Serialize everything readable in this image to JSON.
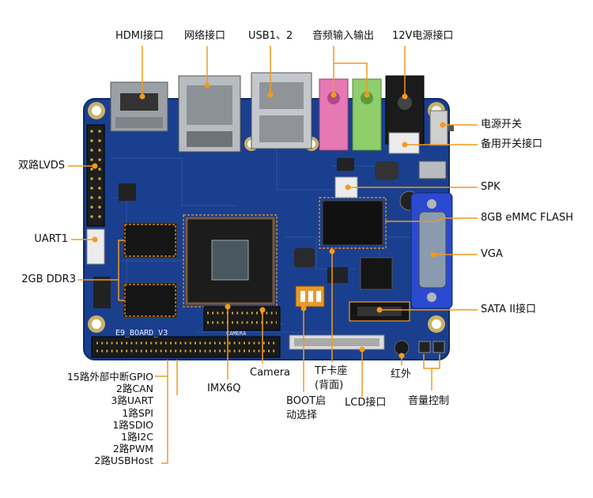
{
  "labels": {
    "hdmi": "HDMI接口",
    "network": "网络接口",
    "usb": "USB1、2",
    "audio": "音频输入输出",
    "power12v": "12V电源接口",
    "power_switch": "电源开关",
    "backup_switch": "备用开关接口",
    "lvds": "双路LVDS",
    "spk": "SPK",
    "emmc": "8GB eMMC FLASH",
    "uart1": "UART1",
    "vga": "VGA",
    "ddr3": "2GB DDR3",
    "sata": "SATA II接口",
    "camera": "Camera",
    "imx6q": "IMX6Q",
    "tf_line1": "TF卡座",
    "tf_line2": "(背面)",
    "boot_line1": "BOOT启",
    "boot_line2": "动选择",
    "lcd": "LCD接口",
    "infrared": "红外",
    "volume": "音量控制"
  },
  "gpio_list": [
    "15路外部中断GPIO",
    "2路CAN",
    "3路UART",
    "1路SPI",
    "1路SDIO",
    "1路I2C",
    "2路PWM",
    "2路USBHost"
  ],
  "silkscreen": {
    "board_name": "E9_BOARD_V3",
    "camera_mark": "CAMERA"
  },
  "colors": {
    "pcb": "#1a3f8f",
    "leader": "#f29a1e",
    "highlight": "#f29a1e",
    "vga": "#2a4bd0",
    "audio_pink": "#e678b4",
    "audio_green": "#8fce6a"
  }
}
